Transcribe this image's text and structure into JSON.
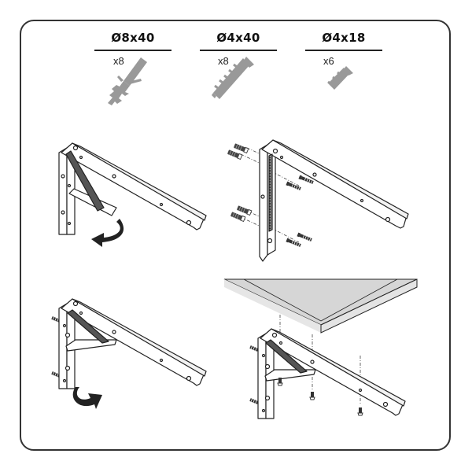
{
  "diagram": {
    "type": "assembly-instructions",
    "subject": "Folding shelf bracket installation"
  },
  "hardware": [
    {
      "size": "Ø8x40",
      "quantity": "x8",
      "icon": "wall-plug-icon",
      "color": "#999999"
    },
    {
      "size": "Ø4x40",
      "quantity": "x8",
      "icon": "long-screw-icon",
      "color": "#999999"
    },
    {
      "size": "Ø4x18",
      "quantity": "x6",
      "icon": "short-screw-icon",
      "color": "#999999"
    }
  ],
  "steps": [
    {
      "id": 1,
      "description": "Fold bracket down",
      "arrow": "curved-arrow-down-icon"
    },
    {
      "id": 2,
      "description": "Mount bracket to wall with plugs and screws"
    },
    {
      "id": 3,
      "description": "Fold bracket up",
      "arrow": "curved-arrow-up-icon"
    },
    {
      "id": 4,
      "description": "Attach shelf board with short screws"
    }
  ],
  "colors": {
    "frame": "#333333",
    "line": "#222222",
    "hardware_grey": "#999999",
    "shelf_top": "#d6d6d6",
    "shelf_edge": "#e4e4e4",
    "strut_dark": "#555555"
  }
}
